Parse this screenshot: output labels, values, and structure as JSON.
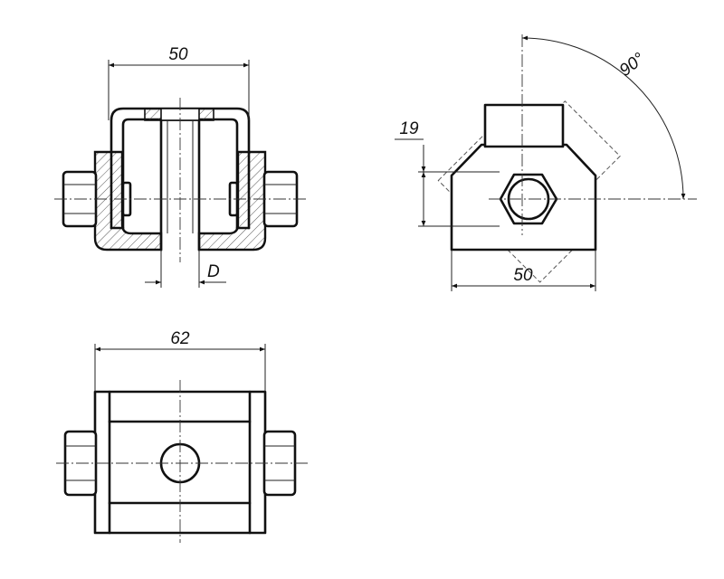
{
  "dimensions": {
    "front_width": "50",
    "bore": "D",
    "side_offset": "19",
    "side_width": "50",
    "angle": "90°",
    "plan_width": "62"
  }
}
